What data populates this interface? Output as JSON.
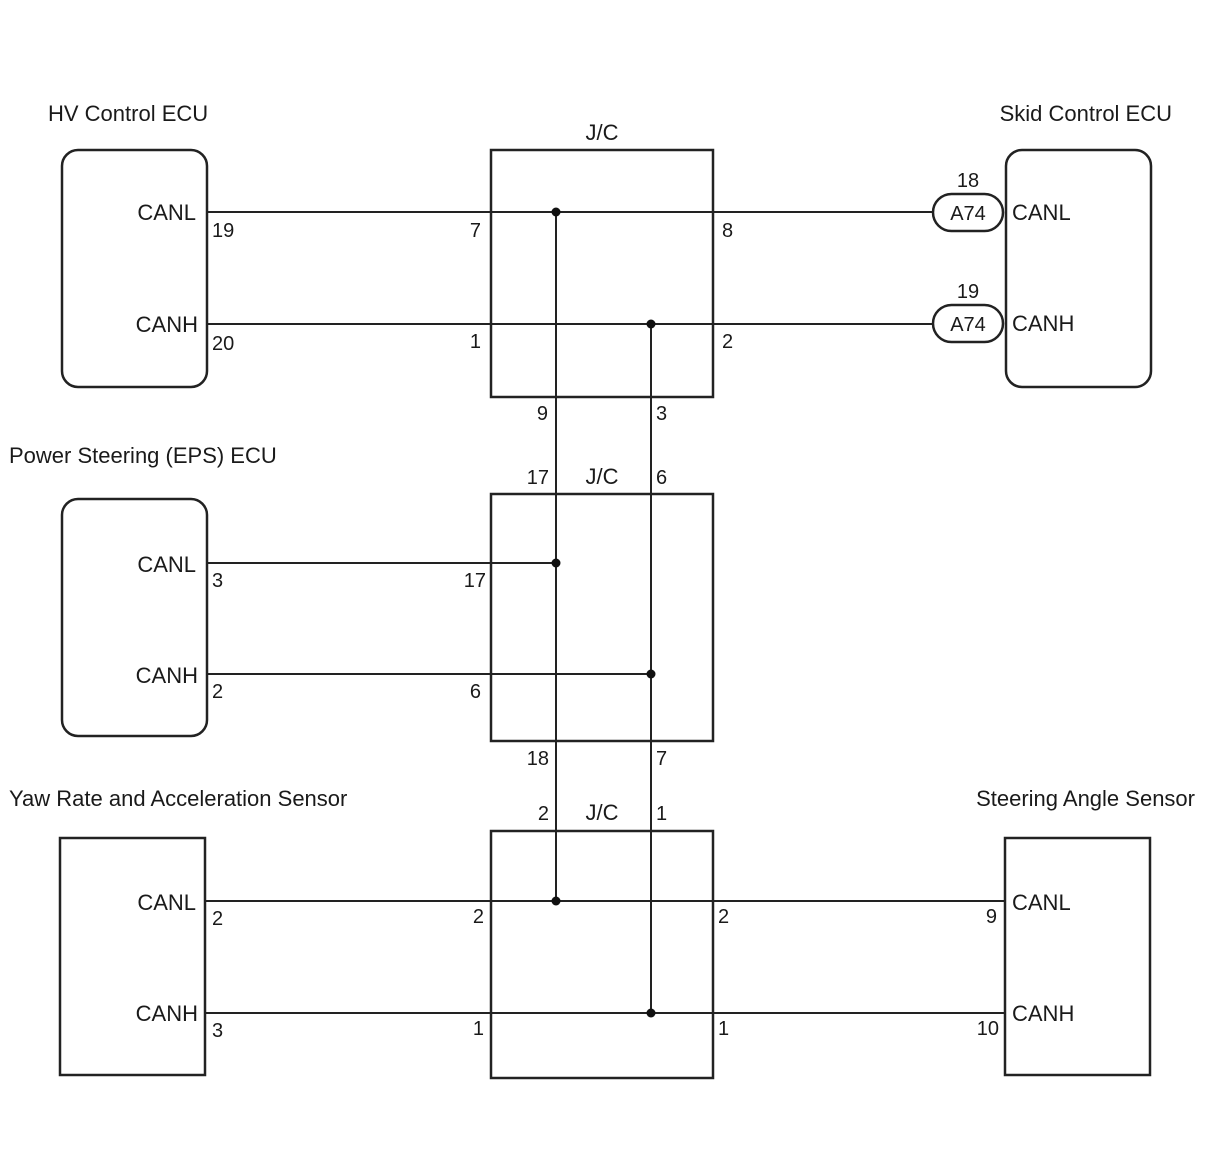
{
  "components": {
    "hv_ecu": {
      "title": "HV Control ECU",
      "canl": "CANL",
      "canh": "CANH",
      "pin_canl": "19",
      "pin_canh": "20"
    },
    "skid_ecu": {
      "title": "Skid Control ECU",
      "canl": "CANL",
      "canh": "CANH",
      "pin_canl": "18",
      "pin_canh": "19",
      "connector_canl": "A74",
      "connector_canh": "A74"
    },
    "eps_ecu": {
      "title": "Power Steering (EPS) ECU",
      "canl": "CANL",
      "canh": "CANH",
      "pin_canl": "3",
      "pin_canh": "2"
    },
    "yaw_sensor": {
      "title": "Yaw Rate and Acceleration Sensor",
      "canl": "CANL",
      "canh": "CANH",
      "pin_canl": "2",
      "pin_canh": "3"
    },
    "steer_sensor": {
      "title": "Steering Angle Sensor",
      "canl": "CANL",
      "canh": "CANH",
      "pin_canl": "9",
      "pin_canh": "10"
    }
  },
  "junctions": {
    "jc1": {
      "label": "J/C",
      "pin_left_canl": "7",
      "pin_left_canh": "1",
      "pin_right_canl": "8",
      "pin_right_canh": "2",
      "pin_bottom_canl": "9",
      "pin_bottom_canh": "3"
    },
    "jc2": {
      "label": "J/C",
      "pin_top_canl": "17",
      "pin_top_canh": "6",
      "pin_left_canl": "17",
      "pin_left_canh": "6",
      "pin_bottom_canl": "18",
      "pin_bottom_canh": "7"
    },
    "jc3": {
      "label": "J/C",
      "pin_top_canl": "2",
      "pin_top_canh": "1",
      "pin_left_canl": "2",
      "pin_left_canh": "1",
      "pin_right_canl": "2",
      "pin_right_canh": "1"
    }
  }
}
